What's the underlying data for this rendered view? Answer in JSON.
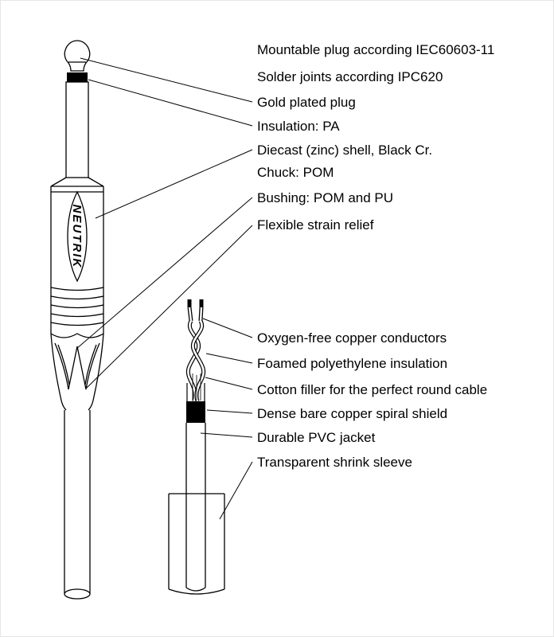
{
  "brand": "NEUTRIK",
  "labels": [
    "Mountable plug according IEC60603-11",
    "Solder joints according IPC620",
    "Gold plated plug",
    "Insulation: PA",
    "Diecast (zinc) shell, Black Cr.",
    "Chuck: POM",
    "Bushing: POM and PU",
    "Flexible strain relief",
    "Oxygen-free copper conductors",
    "Foamed polyethylene insulation",
    "Cotton filler for the perfect round cable",
    "Dense bare copper spiral shield",
    "Durable PVC jacket",
    "Transparent shrink sleeve"
  ],
  "colors": {
    "line": "#000000",
    "background": "#ffffff"
  }
}
